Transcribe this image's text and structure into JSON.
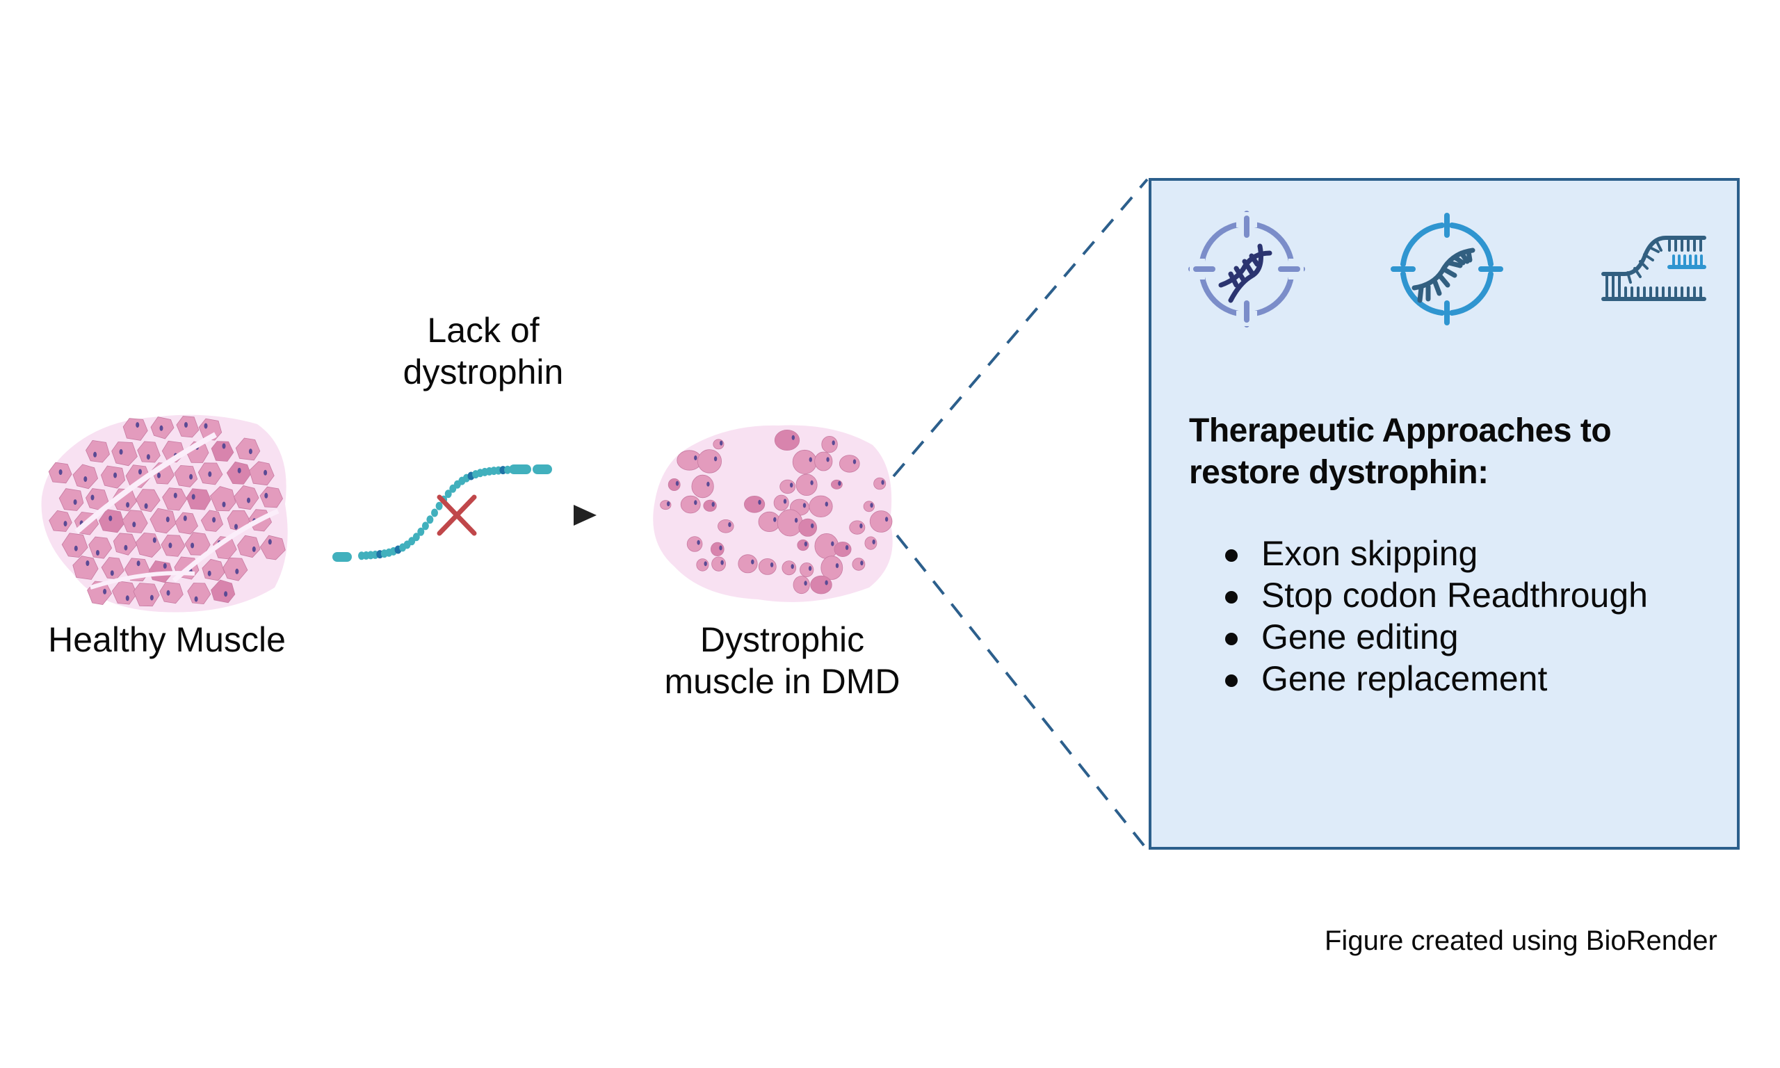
{
  "labels": {
    "healthy": "Healthy Muscle",
    "lack_line1": "Lack of",
    "lack_line2": "dystrophin",
    "dystrophic_line1": "Dystrophic",
    "dystrophic_line2": "muscle in DMD"
  },
  "panel": {
    "title_line1": "Therapeutic Approaches to",
    "title_line2": "restore dystrophin:",
    "icons": [
      "dna-target-icon",
      "rna-target-icon",
      "oligo-binding-icon"
    ],
    "approaches": [
      "Exon skipping",
      "Stop codon Readthrough",
      "Gene editing",
      "Gene replacement"
    ]
  },
  "credit": "Figure created using BioRender",
  "colors": {
    "muscle_fill": "#e39bbd",
    "muscle_dark": "#d884ad",
    "muscle_halo": "#f8e1f2",
    "nucleus": "#5a4a94",
    "dystrophin": "#41b0bd",
    "dystrophin_dark": "#1f73a6",
    "cross": "#c0474a",
    "arrow": "#222222",
    "panel_bg": "#deebf9",
    "panel_border": "#2c5f8c",
    "dash": "#2c5f8c",
    "icon_purple": "#7b8dc9",
    "icon_navy": "#2b3470",
    "icon_blue": "#2f95d0",
    "icon_slate": "#325f80"
  }
}
